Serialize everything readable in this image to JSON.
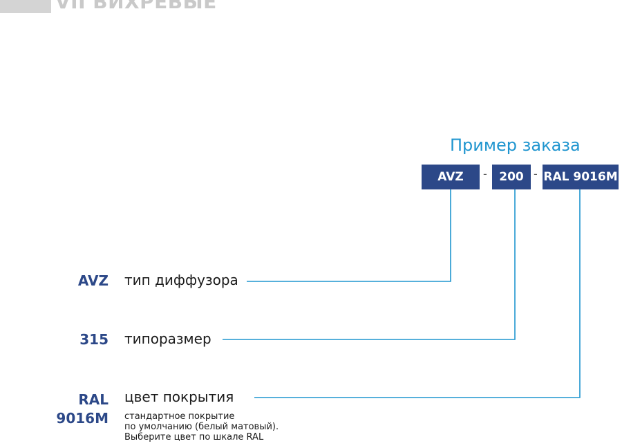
{
  "header": {
    "title": "VII ВИХРЕВЫЕ"
  },
  "order_example": {
    "title": "Пример заказа",
    "separator": "-",
    "codes": [
      "AVZ",
      "200",
      "RAL 9016M"
    ]
  },
  "parameters": [
    {
      "code_lines": [
        "AVZ"
      ],
      "label": "тип диффузора"
    },
    {
      "code_lines": [
        "315"
      ],
      "label": "типоразмер"
    },
    {
      "code_lines": [
        "RAL",
        "9016M"
      ],
      "label": "цвет покрытия",
      "note_lines": [
        "стандартное покрытие",
        "по умолчанию (белый матовый).",
        "Выберите цвет по шкале RAL"
      ]
    }
  ],
  "colors": {
    "accent_blue": "#1f95cf",
    "code_box": "#2c4888",
    "header_gray": "#c9c9c9",
    "connector_line": "#1f95cf"
  }
}
